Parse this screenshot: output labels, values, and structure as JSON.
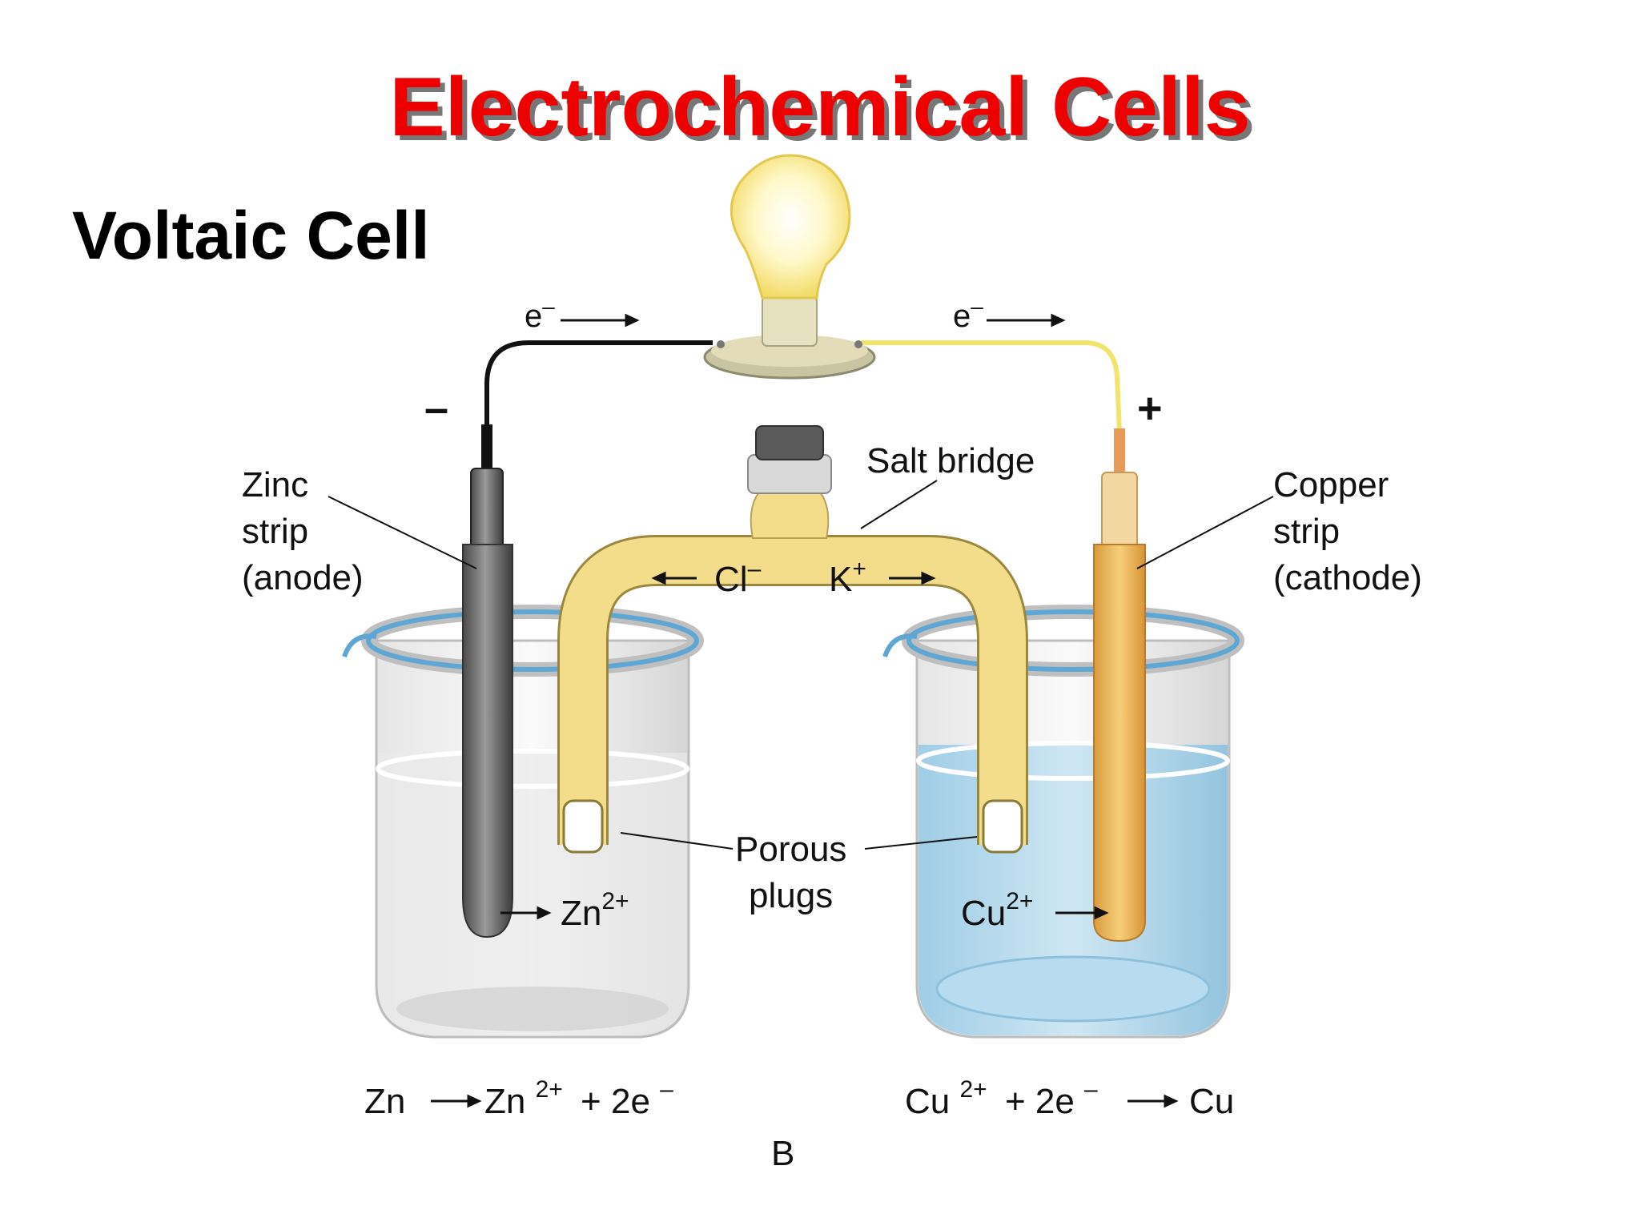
{
  "slide": {
    "title": "Electrochemical Cells",
    "subtitle": "Voltaic Cell"
  },
  "diagram": {
    "figure_letter": "B",
    "icons": [
      "light-bulb-icon",
      "zinc-electrode",
      "copper-electrode",
      "salt-bridge",
      "beaker"
    ],
    "colors": {
      "title_red": "#ee0000",
      "title_shadow": "#777777",
      "salt_bridge": "#f3dc8a",
      "copper_solution": "#b9dced",
      "zinc_strip": "#6a6a6a",
      "copper_strip": "#e9b25c",
      "copper_wire": "#f2e46a"
    },
    "wire": {
      "left_electron": "e",
      "left_electron_sup": "–",
      "right_electron": "e",
      "right_electron_sup": "–"
    },
    "polarity": {
      "negative": "–",
      "positive": "+"
    },
    "labels": {
      "zinc_line1": "Zinc",
      "zinc_line2": "strip",
      "zinc_line3": "(anode)",
      "copper_line1": "Copper",
      "copper_line2": "strip",
      "copper_line3": "(cathode)",
      "salt_bridge": "Salt bridge",
      "porous_line1": "Porous",
      "porous_line2": "plugs"
    },
    "ions": {
      "chloride": "Cl",
      "chloride_sup": "–",
      "potassium": "K",
      "potassium_sup": "+",
      "zinc_ion": "Zn",
      "zinc_ion_sup": "2+",
      "copper_ion": "Cu",
      "copper_ion_sup": "2+"
    },
    "equations": {
      "anode_reactant": "Zn",
      "anode_product": "Zn",
      "anode_product_sup": "2+",
      "anode_electrons": "+ 2e",
      "anode_electrons_sup": "–",
      "cathode_reactant": "Cu",
      "cathode_reactant_sup": "2+",
      "cathode_electrons": "+ 2e",
      "cathode_electrons_sup": "–",
      "cathode_product": "Cu"
    }
  }
}
